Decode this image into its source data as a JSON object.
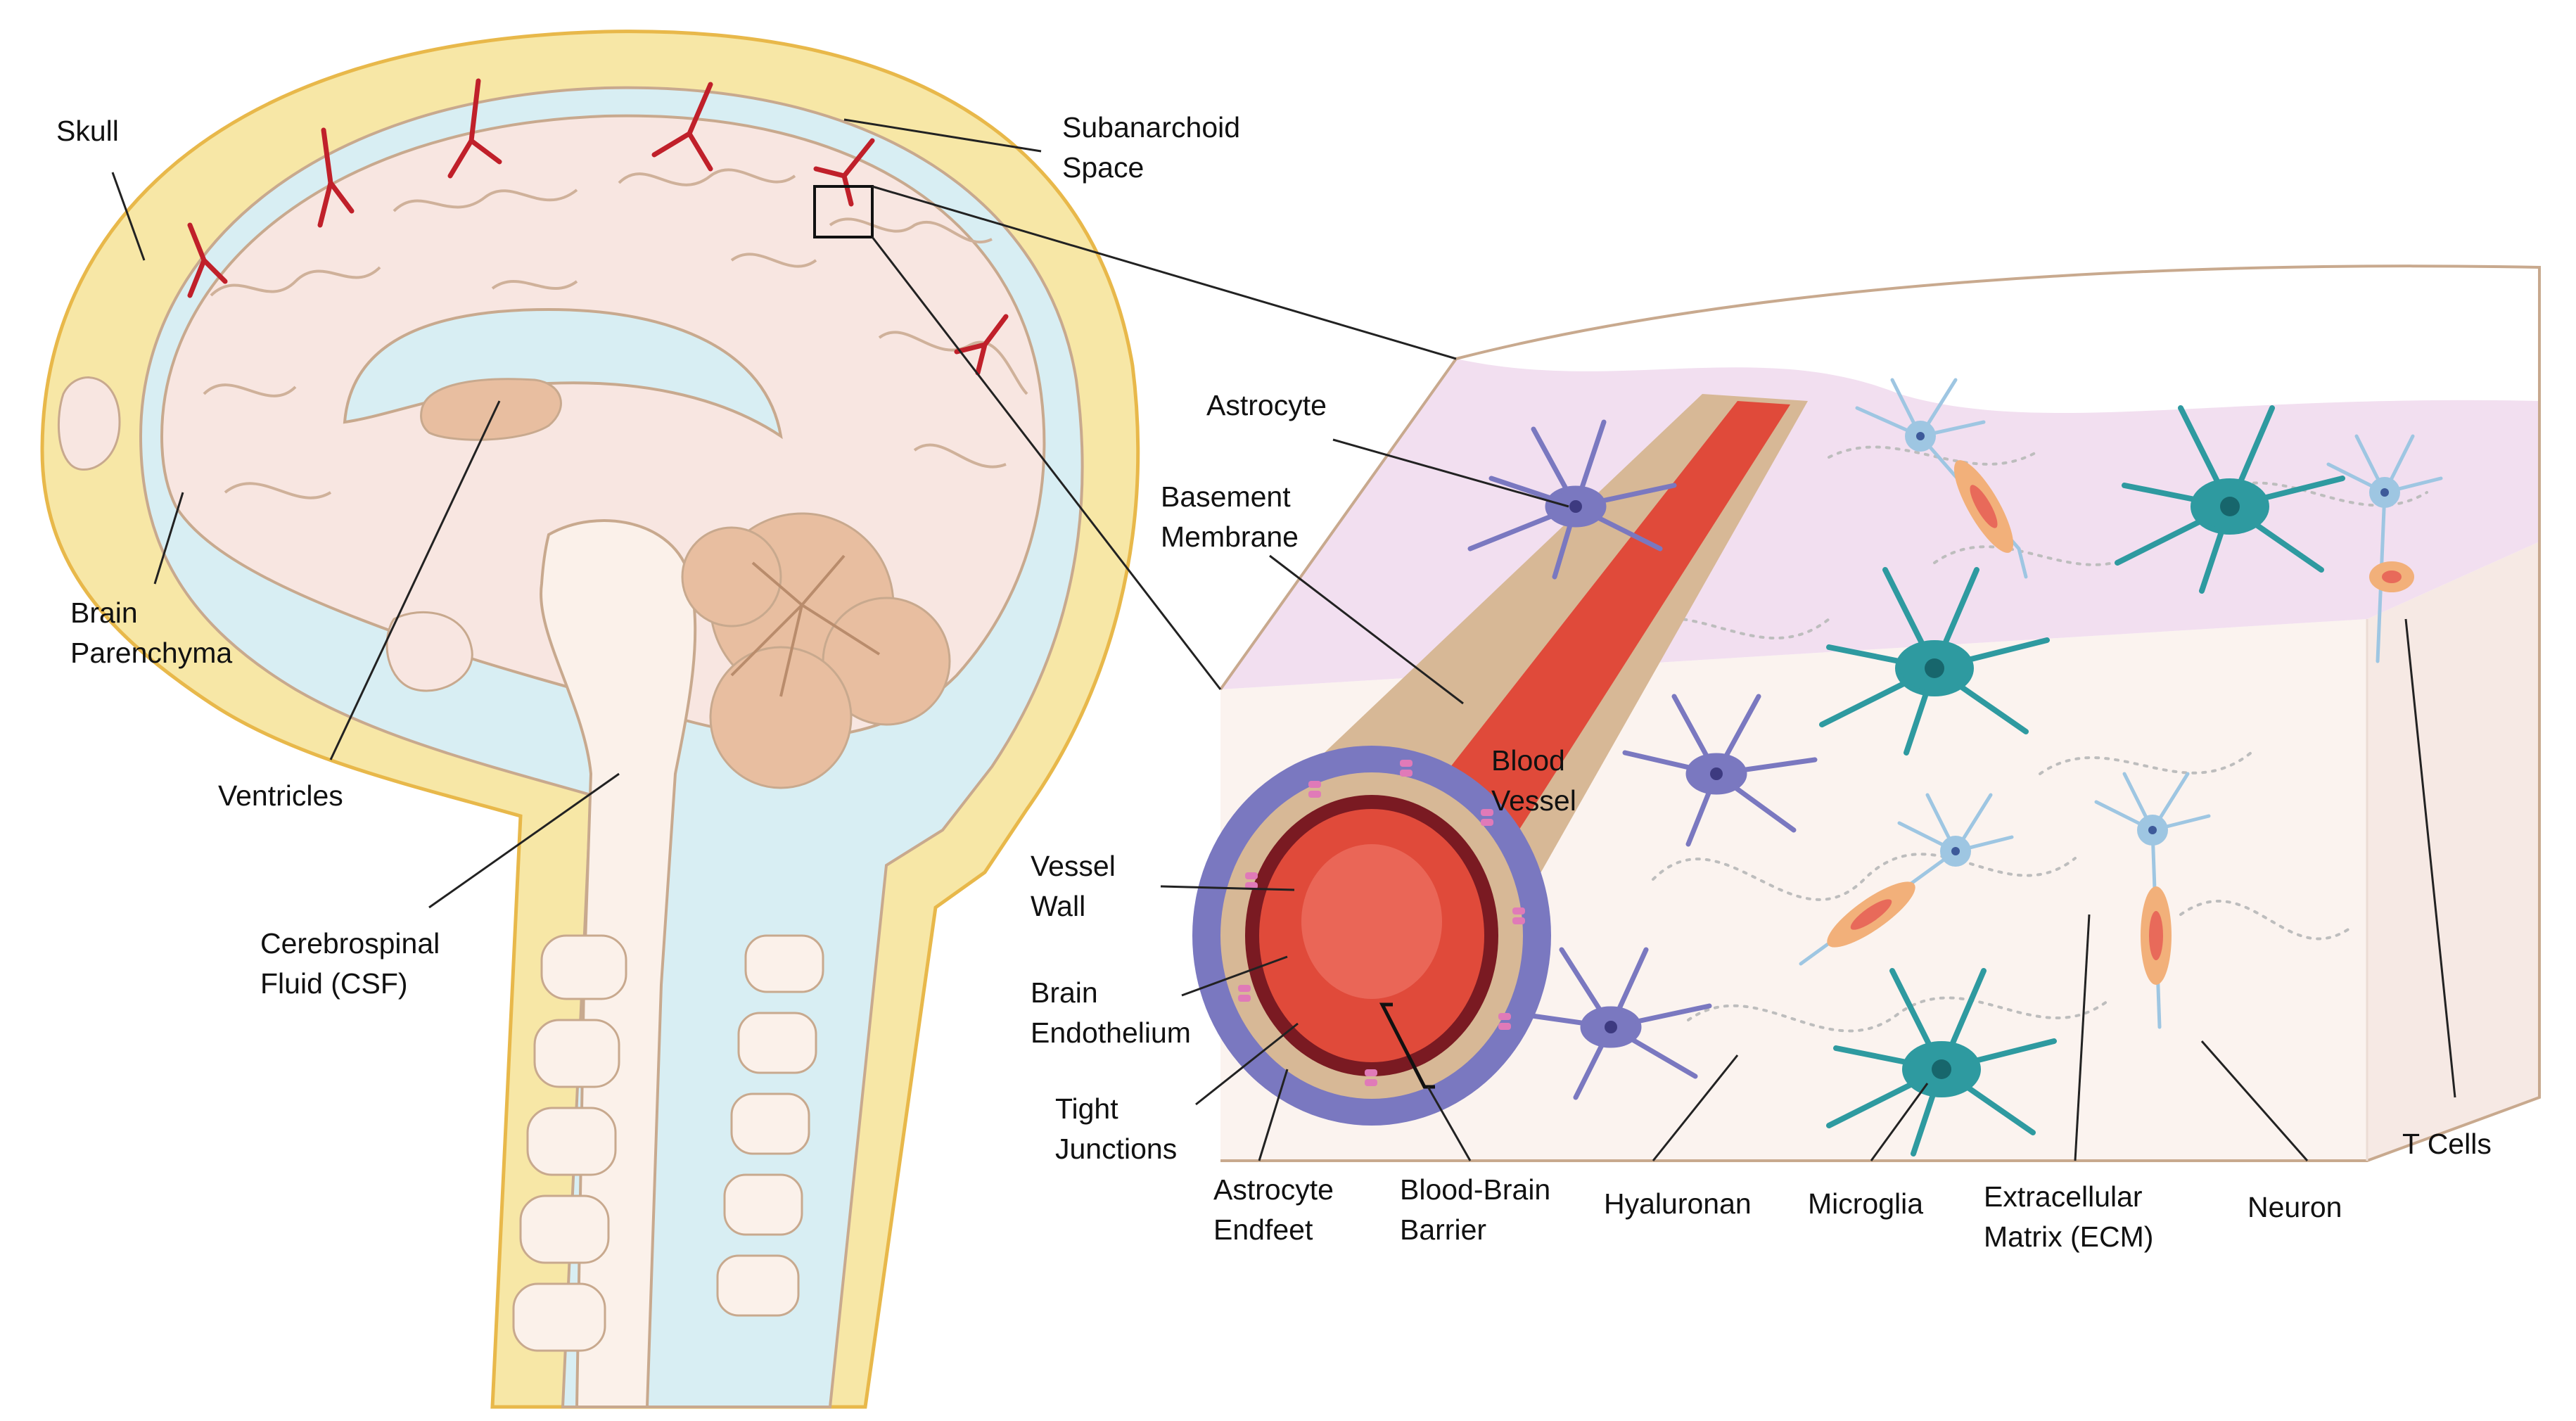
{
  "labels": {
    "skull": "Skull",
    "subarachnoid_1": "Subanarchoid",
    "subarachnoid_2": "Space",
    "brain_parenchyma_1": "Brain",
    "brain_parenchyma_2": "Parenchyma",
    "ventricles": "Ventricles",
    "csf_1": "Cerebrospinal",
    "csf_2": "Fluid (CSF)",
    "astrocyte": "Astrocyte",
    "basement_membrane_1": "Basement",
    "basement_membrane_2": "Membrane",
    "blood_vessel_1": "Blood",
    "blood_vessel_2": "Vessel",
    "vessel_wall_1": "Vessel",
    "vessel_wall_2": "Wall",
    "endothelium_1": "Brain",
    "endothelium_2": "Endothelium",
    "tight_junctions_1": "Tight",
    "tight_junctions_2": "Junctions",
    "endfeet_1": "Astrocyte",
    "endfeet_2": "Endfeet",
    "bbb_1": "Blood-Brain",
    "bbb_2": "Barrier",
    "hyaluronan": "Hyaluronan",
    "microglia": "Microglia",
    "ecm_1": "Extracellular",
    "ecm_2": "Matrix (ECM)",
    "neuron": "Neuron",
    "t_cells": "T Cells"
  },
  "colors": {
    "skull": "#f7e7a6",
    "skull_edge": "#e8b84a",
    "csf": "#d8eef3",
    "brain": "#f8e6e1",
    "brain_edge": "#c8a98e",
    "vessel_red": "#c0202a",
    "cerebellum": "#e8bea0",
    "spine": "#fbf1ea",
    "astrocyte": "#7a78c0",
    "microglia": "#2e9aa0",
    "neuron": "#9ec6e2",
    "tcell": "#f2b07a",
    "junction": "#e07ab8",
    "block_top": "#f2dff0",
    "block_front": "#fbf3ef",
    "blood": "#e04a3a",
    "membrane": "#d7b896"
  }
}
